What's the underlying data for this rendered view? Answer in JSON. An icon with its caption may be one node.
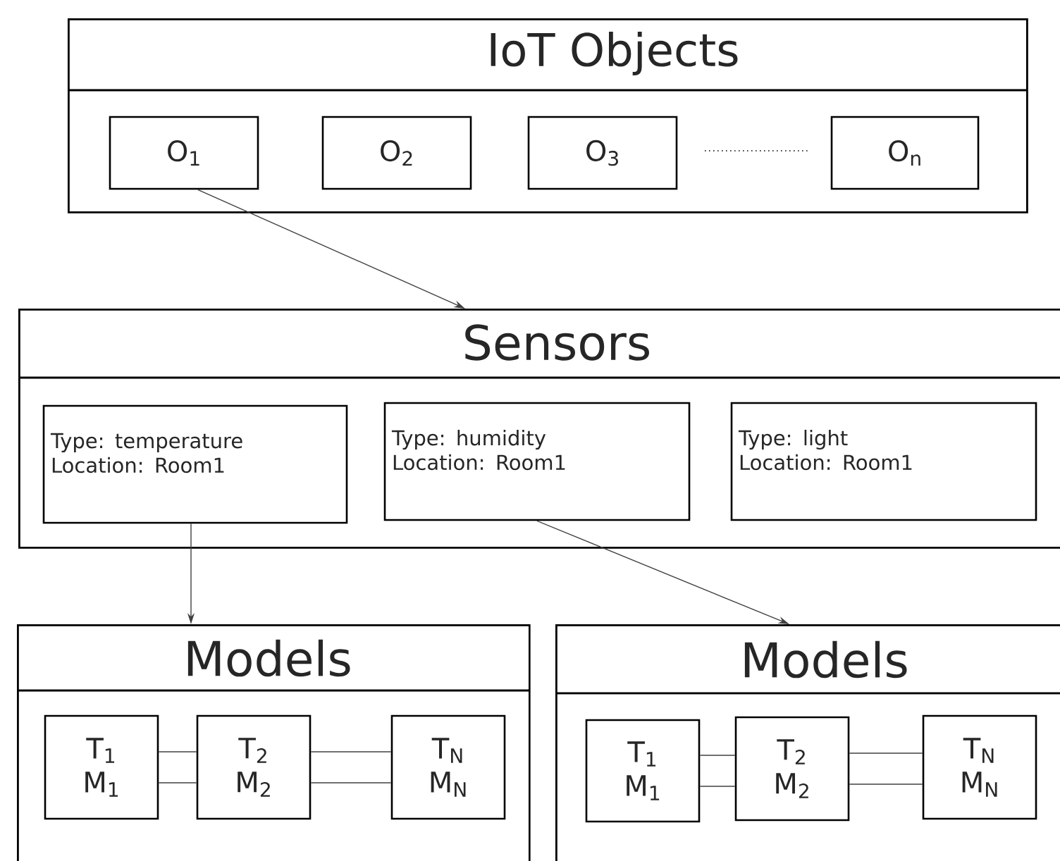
{
  "diagram": {
    "nodes": [
      {
        "text": [
          "IoT Objects"
        ]
      },
      {
        "text": [
          "O$_{1}$"
        ],
        "in": 0
      },
      {
        "text": [
          "O$_{2}$"
        ],
        "in": 0
      },
      {
        "text": [
          "O$_{3}$"
        ],
        "in": 0
      },
      {
        "text": [
          "O$_{n}$"
        ],
        "in": 0
      },
      {
        "text": [
          "Sensors"
        ]
      },
      {
        "text": [
          "Type: temperature",
          "Location: Room1"
        ],
        "in": 5
      },
      {
        "text": [
          "Type: humidity",
          "Location: Room1"
        ],
        "in": 5
      },
      {
        "text": [
          "Type: light",
          "Location: Room1"
        ],
        "in": 5
      },
      {
        "text": [
          "Models"
        ]
      },
      {
        "text": [
          "T$_{1}$",
          "M$_{1}$"
        ],
        "in": 9
      },
      {
        "text": [
          "T$_{2}$",
          "M$_{2}$"
        ],
        "in": 9
      },
      {
        "text": [
          "T$_{N}$",
          "M$_{N}$"
        ],
        "in": 9
      },
      {
        "text": [
          "Models"
        ]
      },
      {
        "text": [
          "T$_{1}$",
          "M$_{1}$"
        ],
        "in": 13
      },
      {
        "text": [
          "T$_{2}$",
          "M$_{2}$"
        ],
        "in": 13
      },
      {
        "text": [
          "T$_{N}$",
          "M$_{N}$"
        ],
        "in": 13
      }
    ],
    "edges": [
      {
        "from": 1,
        "to": 5,
        "arrow": "to"
      },
      {
        "from": 6,
        "to": 9,
        "arrow": "to"
      },
      {
        "from": 7,
        "to": 13,
        "arrow": "to"
      },
      {
        "from": 10,
        "to": 11,
        "arrow": "none"
      },
      {
        "from": 10,
        "to": 11,
        "arrow": "none"
      },
      {
        "from": 11,
        "to": 12,
        "arrow": "none"
      },
      {
        "from": 11,
        "to": 12,
        "arrow": "none"
      },
      {
        "from": 14,
        "to": 15,
        "arrow": "none"
      },
      {
        "from": 14,
        "to": 15,
        "arrow": "none"
      },
      {
        "from": 15,
        "to": 16,
        "arrow": "none"
      },
      {
        "from": 15,
        "to": 16,
        "arrow": "none"
      }
    ]
  }
}
